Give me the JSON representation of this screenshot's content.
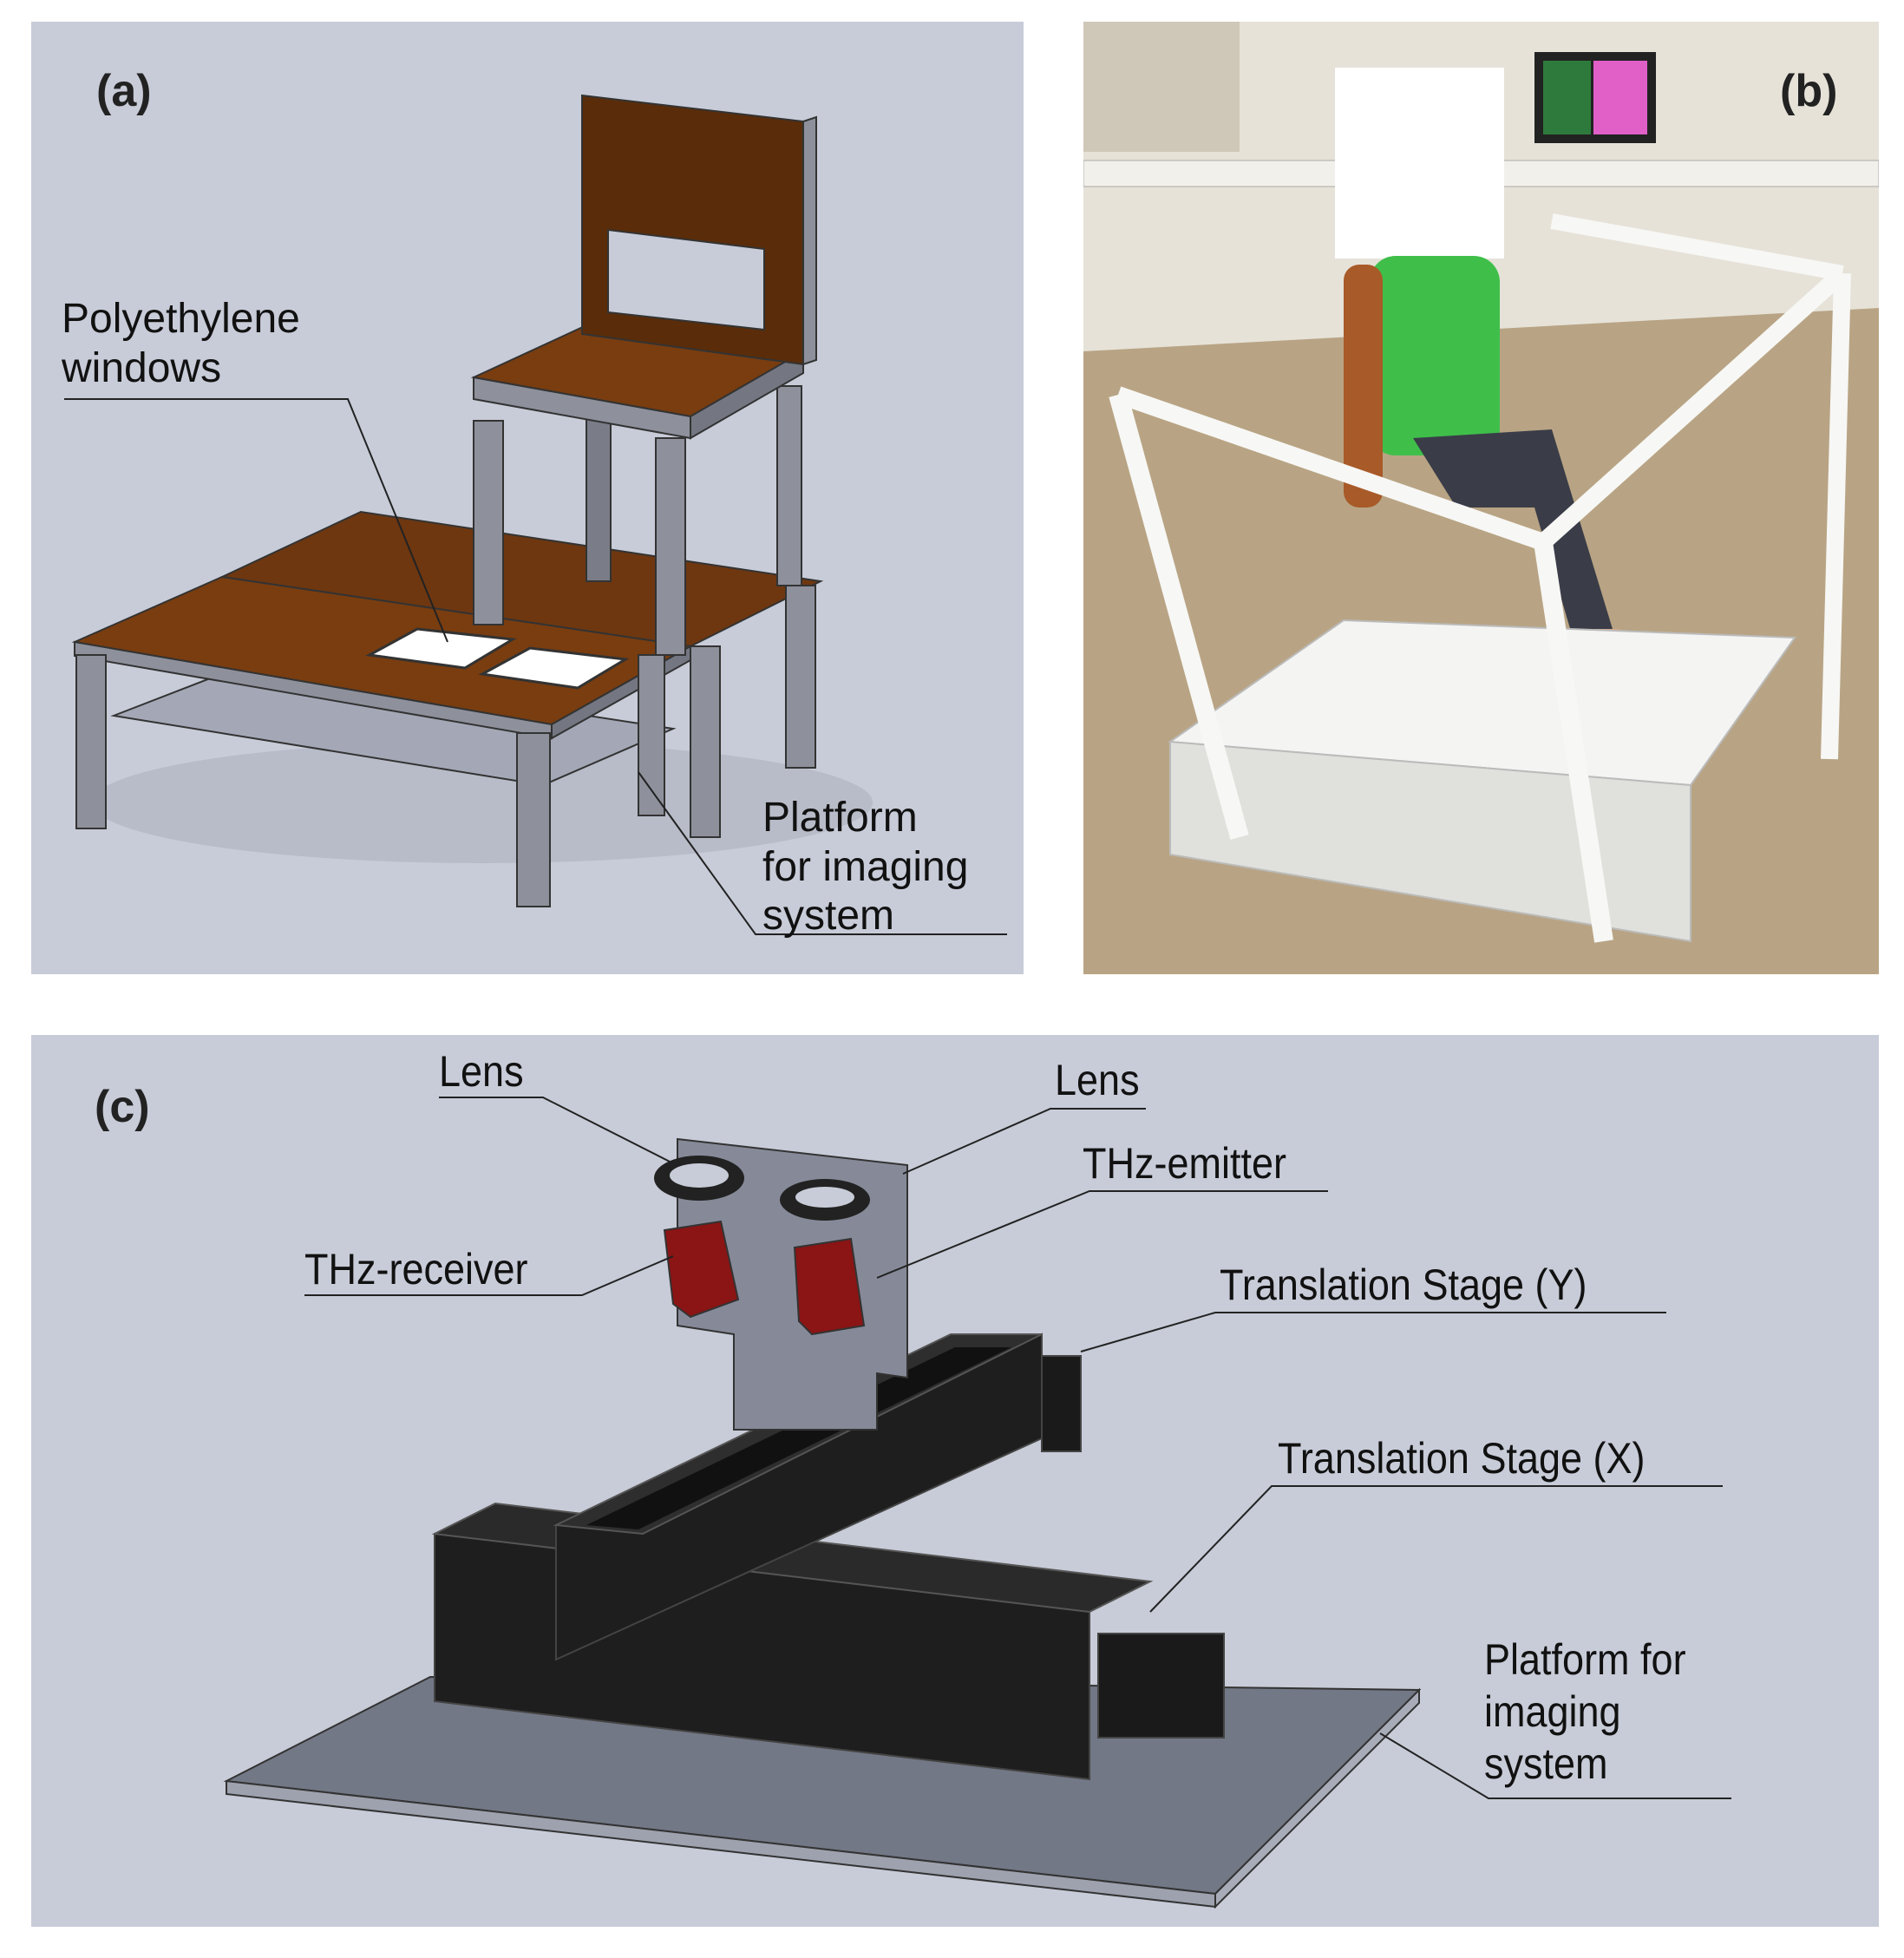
{
  "panels": {
    "a": {
      "label": "(a)",
      "callouts": {
        "windows": "Polyethylene\nwindows",
        "platform": "Platform\nfor imaging\nsystem"
      }
    },
    "b": {
      "label": "(b)"
    },
    "c": {
      "label": "(c)",
      "callouts": {
        "lens_left": "Lens",
        "lens_right": "Lens",
        "emitter": "THz-emitter",
        "receiver": "THz-receiver",
        "stage_y": "Translation Stage (Y)",
        "stage_x": "Translation Stage (X)",
        "platform": "Platform for\nimaging\nsystem"
      }
    }
  },
  "colors": {
    "background": "#c8ccd8",
    "wood": "#7a3d0f",
    "frame_gray": "#8e919c",
    "stage_black": "#1e1e1e",
    "module_red": "#8b1414"
  }
}
